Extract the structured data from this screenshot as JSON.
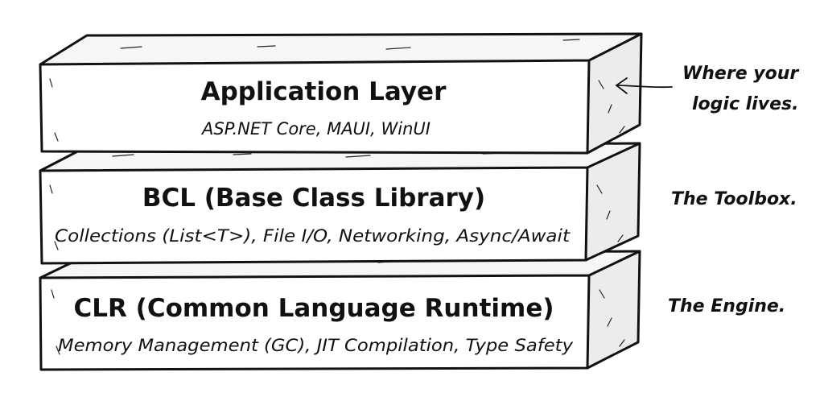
{
  "layers": [
    {
      "title": "Application Layer",
      "subtitle": "ASP.NET Core, MAUI, WinUI",
      "note": [
        "Where your",
        "logic lives."
      ]
    },
    {
      "title": "BCL (Base Class Library)",
      "subtitle": "Collections (List<T>), File I/O, Networking, Async/Await",
      "note": [
        "The Toolbox."
      ]
    },
    {
      "title": "CLR (Common Language Runtime)",
      "subtitle": "Memory Management (GC), JIT Compilation, Type Safety",
      "note": [
        "The Engine."
      ]
    }
  ]
}
